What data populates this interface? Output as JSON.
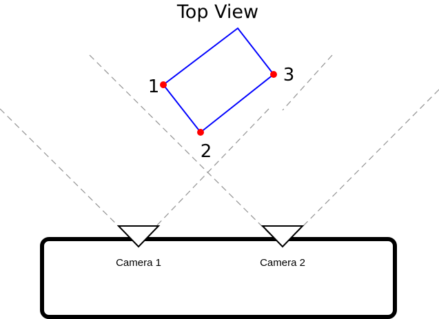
{
  "title": "Top View",
  "colors": {
    "object_outline": "#0000ff",
    "points": "#ff0000",
    "sight_lines": "#999999",
    "camera_body": "#000000"
  },
  "points": [
    {
      "label": "1"
    },
    {
      "label": "2"
    },
    {
      "label": "3"
    }
  ],
  "cameras": [
    {
      "label": "Camera 1"
    },
    {
      "label": "Camera 2"
    }
  ]
}
